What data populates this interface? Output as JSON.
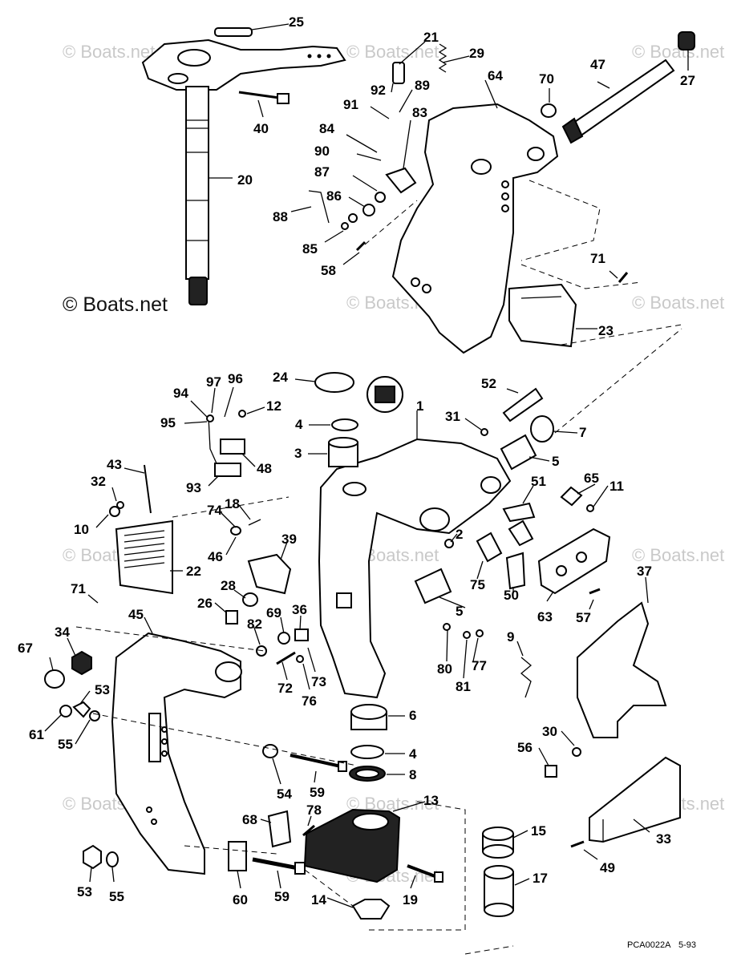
{
  "diagram": {
    "watermarks": [
      "© Boats.net",
      "© Boats.net",
      "© Boats.net",
      "© Boats.net",
      "© Boats.net",
      "© Boats.net",
      "© Boats.net",
      "© Boats.net",
      "© Boats.net",
      "© Boats.net",
      "© Boats.net",
      "© Boats.net"
    ],
    "watermark_main": "© Boats.net",
    "footer_code": "PCA0022A",
    "footer_date": "5-93",
    "callouts": [
      "25",
      "21",
      "29",
      "64",
      "70",
      "47",
      "27",
      "40",
      "92",
      "89",
      "91",
      "83",
      "84",
      "90",
      "87",
      "86",
      "88",
      "85",
      "58",
      "20",
      "71",
      "23",
      "24",
      "97",
      "96",
      "94",
      "12",
      "95",
      "4",
      "3",
      "1",
      "31",
      "52",
      "7",
      "5",
      "48",
      "93",
      "43",
      "32",
      "10",
      "18",
      "74",
      "46",
      "65",
      "11",
      "51",
      "2",
      "39",
      "22",
      "71",
      "28",
      "26",
      "82",
      "69",
      "36",
      "75",
      "50",
      "63",
      "37",
      "57",
      "34",
      "45",
      "67",
      "53",
      "61",
      "55",
      "80",
      "77",
      "81",
      "9",
      "6",
      "4",
      "8",
      "30",
      "56",
      "54",
      "59",
      "13",
      "78",
      "68",
      "15",
      "33",
      "49",
      "53",
      "55",
      "60",
      "59",
      "14",
      "19",
      "17",
      "72",
      "76",
      "73",
      "5"
    ]
  }
}
